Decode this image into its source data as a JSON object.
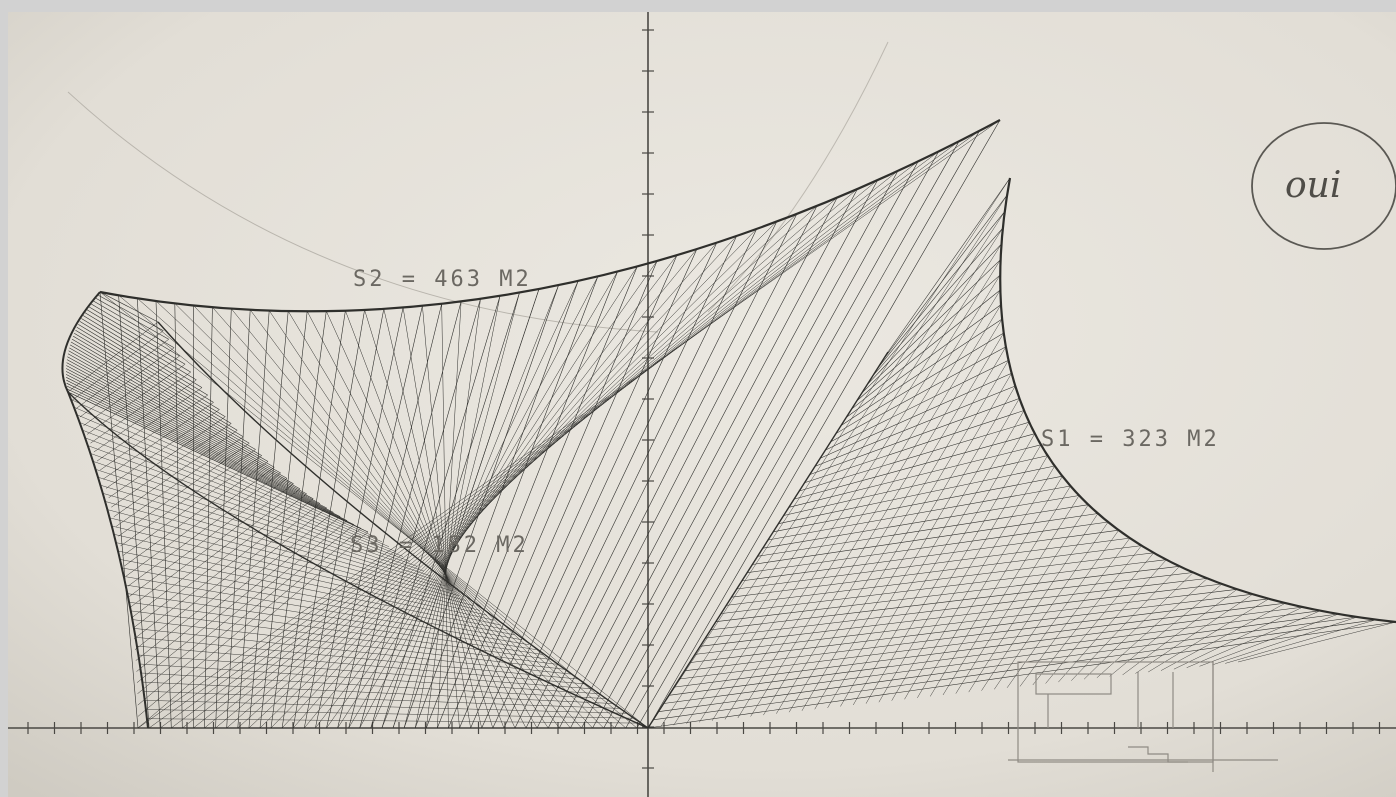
{
  "labels": {
    "s2": "S2 = 463 M2",
    "s1": "S1 = 323 M2",
    "s3": "S3 = 182 M2"
  },
  "annotation": {
    "handwritten": "oui"
  },
  "colors": {
    "paper": "#e6e2da",
    "ink": "#2f2f2c",
    "pencil": "#8f8b84",
    "label": "#6b6862"
  }
}
